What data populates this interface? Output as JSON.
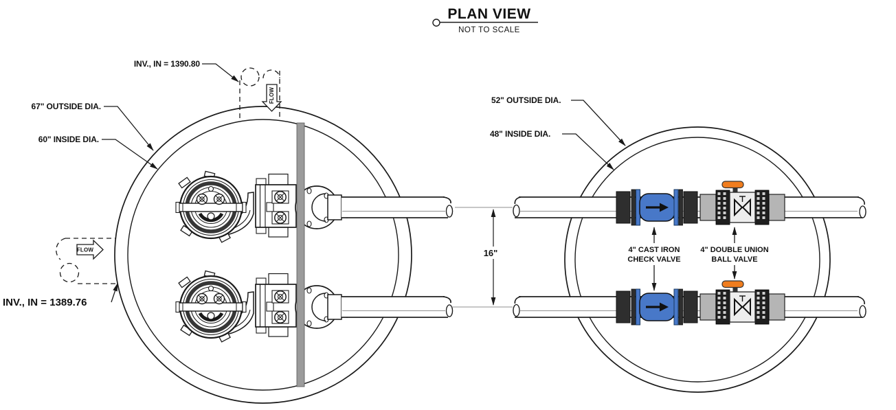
{
  "title": {
    "main": "PLAN VIEW",
    "sub": "NOT TO SCALE"
  },
  "left_manhole": {
    "inv_in_top": "INV., IN = 1390.80",
    "outside_dia": "67\" OUTSIDE DIA.",
    "inside_dia": "60\" INSIDE DIA.",
    "inv_in_left": "INV., IN = 1389.76",
    "flow_top": "FLOW",
    "flow_left": "FLOW"
  },
  "right_manhole": {
    "outside_dia": "52\" OUTSIDE DIA.",
    "inside_dia": "48\" INSIDE DIA.",
    "check_valve_label_line1": "4\" CAST IRON",
    "check_valve_label_line2": "CHECK VALVE",
    "ball_valve_label_line1": "4\" DOUBLE UNION",
    "ball_valve_label_line2": "BALL VALVE"
  },
  "dimensions": {
    "pipe_spacing": "16\""
  },
  "colors": {
    "check_valve_blue": "#4878C8",
    "check_valve_flange_dark": "#2E2E2E",
    "ball_valve_body": "#EDEDED",
    "ball_valve_handle_orange": "#F07D1E",
    "pipe_coupling_gray": "#B5B5B5",
    "wall_gray": "#9B9B9B",
    "line_black": "#1A1A1A"
  }
}
